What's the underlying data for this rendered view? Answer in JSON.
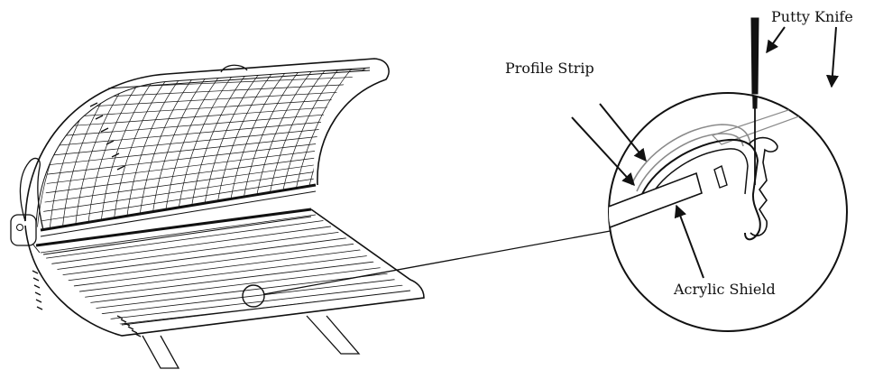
{
  "labels": {
    "putty_knife": "Putty Knife",
    "profile_strip": "Profile Strip",
    "acrylic_shield": "Acrylic Shield"
  },
  "colors": {
    "line": "#111111",
    "grey_outline": "#8a8a8a",
    "background": "#ffffff"
  }
}
